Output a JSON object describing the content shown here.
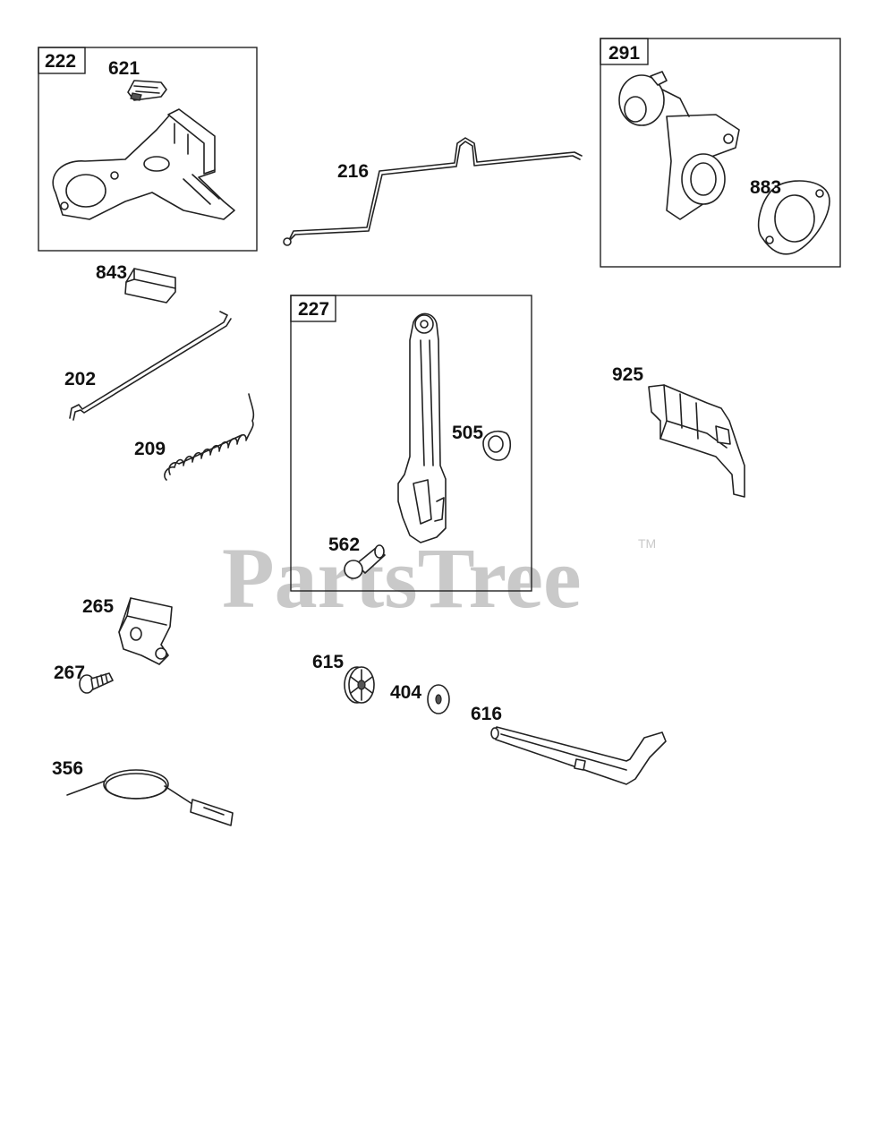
{
  "watermark": {
    "text": "PartsTree",
    "trademark": "TM"
  },
  "boxes": [
    {
      "id": "box-222",
      "label": "222"
    },
    {
      "id": "box-291",
      "label": "291"
    },
    {
      "id": "box-227",
      "label": "227"
    }
  ],
  "parts": {
    "p621": "621",
    "p216": "216",
    "p883": "883",
    "p843": "843",
    "p202": "202",
    "p209": "209",
    "p505": "505",
    "p562": "562",
    "p925": "925",
    "p265": "265",
    "p267": "267",
    "p615": "615",
    "p404": "404",
    "p616": "616",
    "p356": "356"
  }
}
